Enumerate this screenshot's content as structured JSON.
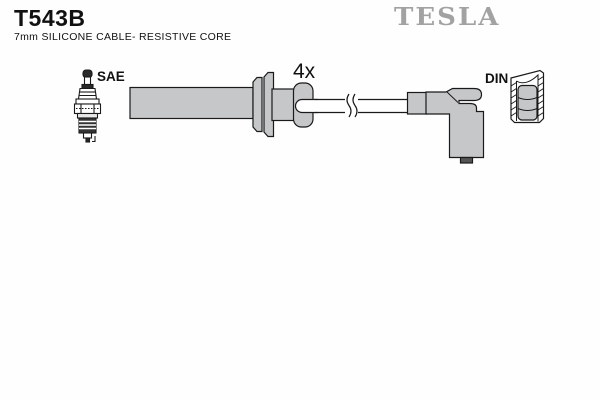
{
  "header": {
    "part_number": "T543B",
    "subtitle": "7mm SILICONE CABLE- RESISTIVE CORE",
    "brand": "TESLA"
  },
  "diagram": {
    "labels": {
      "plug_standard": "SAE",
      "quantity": "4x",
      "connector_standard": "DIN"
    },
    "parts": [
      "spark-plug",
      "straight-boot",
      "cable-with-break",
      "elbow-boot",
      "din-connector-cross-section"
    ],
    "colors": {
      "part_fill": "#c6c7c9",
      "outline": "#1a1a1a",
      "brand_gray": "#a2a2a2",
      "background": "#fefefe"
    }
  }
}
